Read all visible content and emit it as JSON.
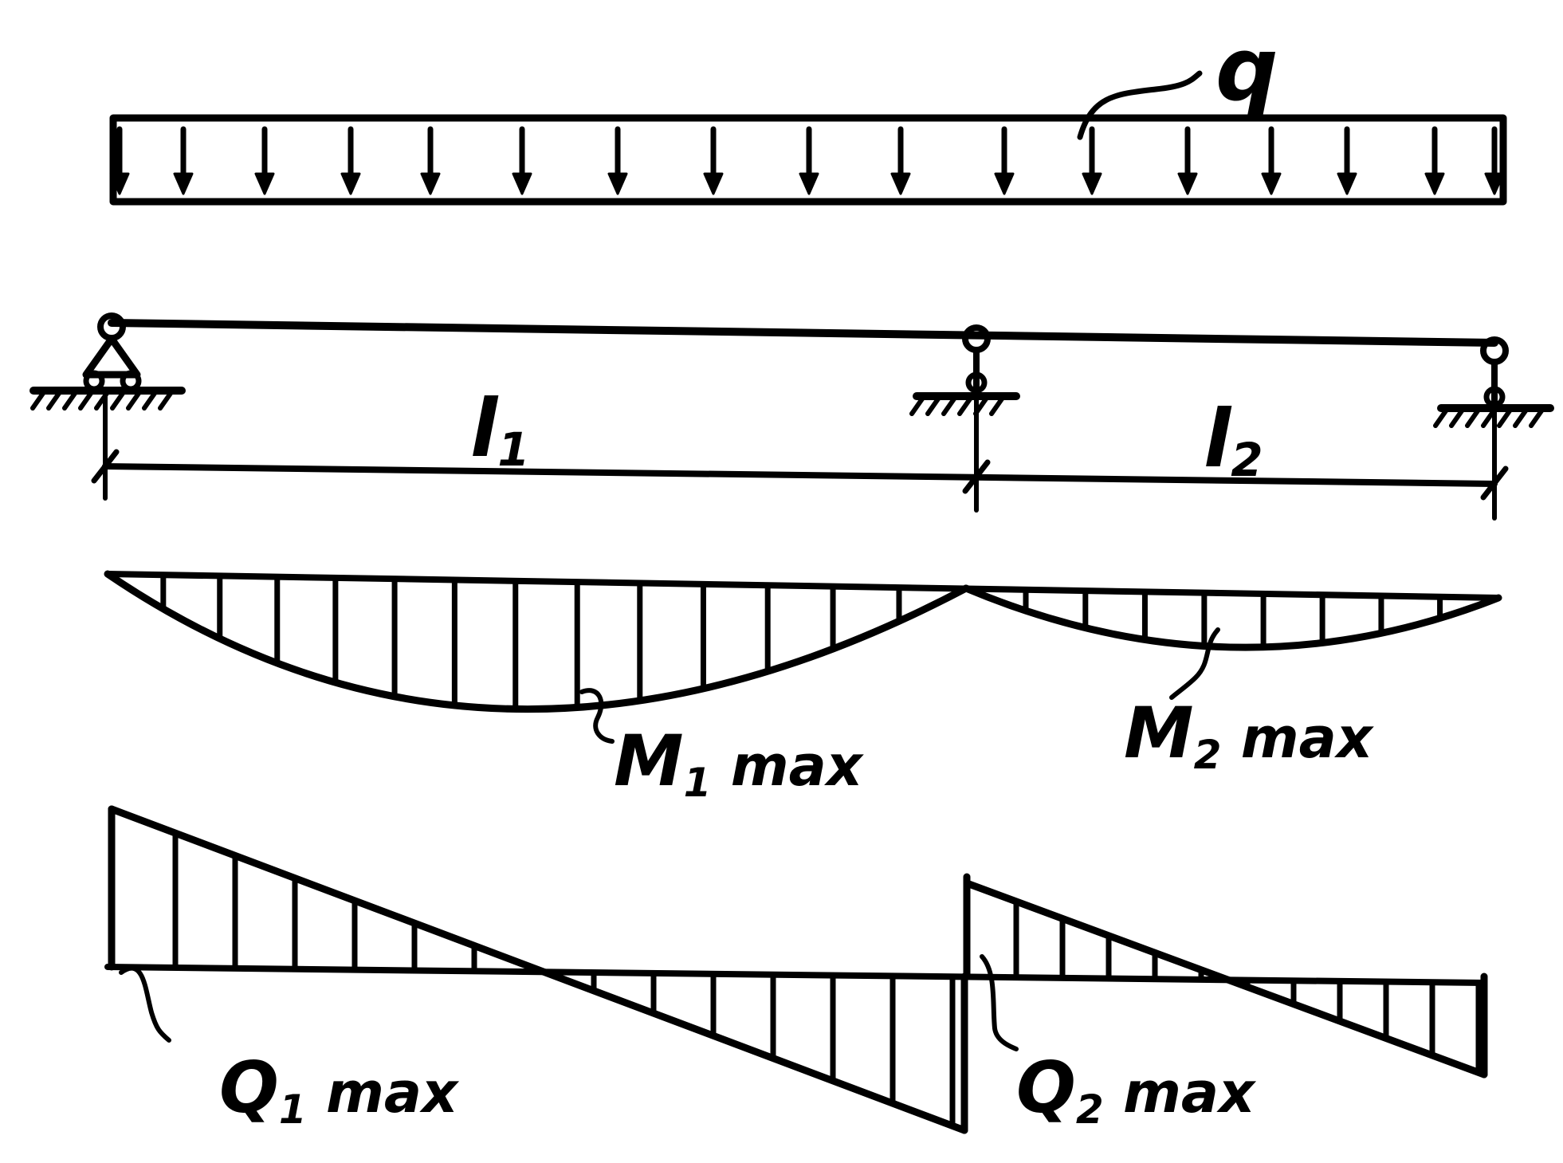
{
  "load": {
    "label": "q"
  },
  "spans": [
    {
      "label": "l",
      "sub": "1"
    },
    {
      "label": "l",
      "sub": "2"
    }
  ],
  "moments": [
    {
      "label": "M",
      "sub": "1",
      "suffix": " max"
    },
    {
      "label": "M",
      "sub": "2",
      "suffix": " max"
    }
  ],
  "shears": [
    {
      "label": "Q",
      "sub": "1",
      "suffix": " max"
    },
    {
      "label": "Q",
      "sub": "2",
      "suffix": " max"
    }
  ],
  "colors": {
    "ink": "#000000",
    "background": "#ffffff"
  }
}
